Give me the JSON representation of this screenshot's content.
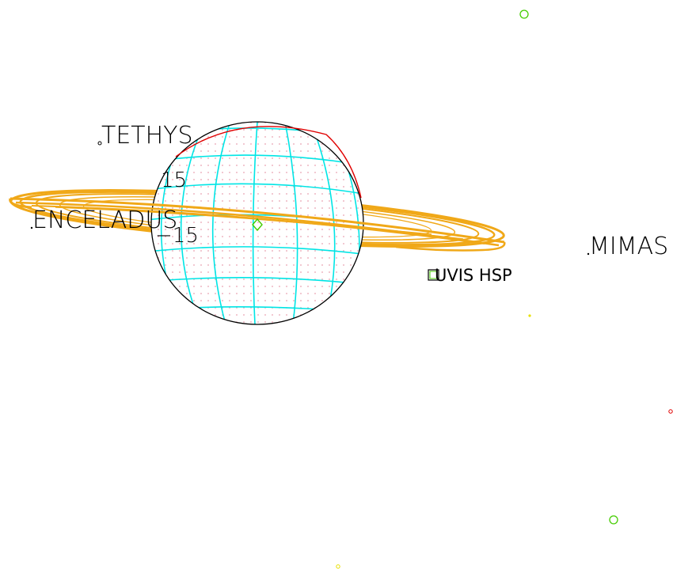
{
  "labels": {
    "tethys": "TETHYS",
    "enceladus": "ENCELADUS",
    "mimas": "MIMAS",
    "instrument": "UVIS HSP",
    "lat_north": "15",
    "lat_south": "−15"
  },
  "colors": {
    "rings": "#f0a818",
    "grid": "#00e5e5",
    "terminator": "#e00000",
    "limb": "#000000",
    "dots": "#e8a0b0",
    "marker_green": "#44cc00",
    "marker_red": "#e00000",
    "marker_yellow": "#e8e000"
  },
  "icons": {
    "instrument_fov": "square-outline-icon",
    "subspacecraft_point": "diamond-icon"
  }
}
